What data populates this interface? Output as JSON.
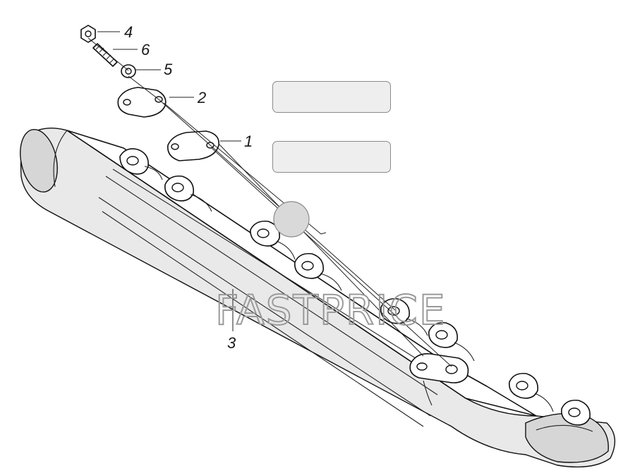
{
  "watermark": "FASTPRICE",
  "callouts": {
    "nut": "4",
    "stud": "6",
    "washer": "5",
    "gasket": "2",
    "plate": "1",
    "manifold": "3"
  },
  "colors": {
    "line": "#111111",
    "background": "#ffffff",
    "placeholder_fill": "#eeeeee",
    "placeholder_border": "#8a8a8a",
    "watermark": "#9a9a9a"
  }
}
